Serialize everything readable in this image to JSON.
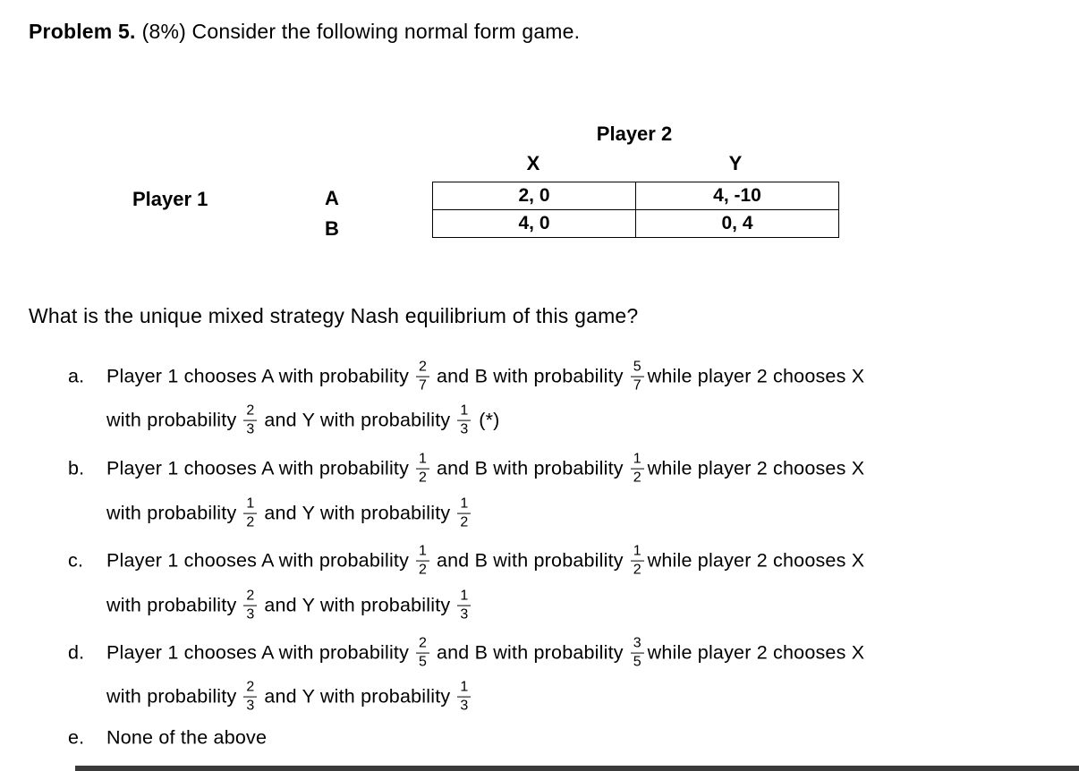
{
  "colors": {
    "background": "#ffffff",
    "text": "#000000",
    "table_border": "#000000",
    "bottom_bar": "#3a3a3a"
  },
  "title": {
    "bold": "Problem 5.",
    "rest": "(8%) Consider the following normal form game."
  },
  "game_table": {
    "player2_label": "Player 2",
    "player1_label": "Player 1",
    "col_headers": [
      "X",
      "Y"
    ],
    "row_headers": [
      "A",
      "B"
    ],
    "cells": [
      [
        "2, 0",
        "4, -10"
      ],
      [
        "4, 0",
        "0, 4"
      ]
    ]
  },
  "question": "What is the unique mixed strategy Nash equilibrium of this game?",
  "options": [
    {
      "label": "a.",
      "seg_a": "Player 1 chooses A with probability",
      "frac1": {
        "num": "2",
        "den": "7"
      },
      "seg_b": "and B with probability",
      "frac2": {
        "num": "5",
        "den": "7"
      },
      "seg_c": "while player 2 chooses X",
      "seg_d": "with probability",
      "frac3": {
        "num": "2",
        "den": "3"
      },
      "seg_e": "and Y with probability",
      "frac4": {
        "num": "1",
        "den": "3"
      },
      "suffix": "(*)"
    },
    {
      "label": "b.",
      "seg_a": "Player 1 chooses A with probability",
      "frac1": {
        "num": "1",
        "den": "2"
      },
      "seg_b": "and B with probability",
      "frac2": {
        "num": "1",
        "den": "2"
      },
      "seg_c": "while player 2 chooses X",
      "seg_d": "with probability",
      "frac3": {
        "num": "1",
        "den": "2"
      },
      "seg_e": "and Y with probability",
      "frac4": {
        "num": "1",
        "den": "2"
      }
    },
    {
      "label": "c.",
      "seg_a": "Player 1 chooses A with probability",
      "frac1": {
        "num": "1",
        "den": "2"
      },
      "seg_b": "and B with probability",
      "frac2": {
        "num": "1",
        "den": "2"
      },
      "seg_c": "while player 2 chooses X",
      "seg_d": "with probability",
      "frac3": {
        "num": "2",
        "den": "3"
      },
      "seg_e": "and Y with probability",
      "frac4": {
        "num": "1",
        "den": "3"
      }
    },
    {
      "label": "d.",
      "seg_a": "Player 1 chooses A with probability",
      "frac1": {
        "num": "2",
        "den": "5"
      },
      "seg_b": "and B with probability",
      "frac2": {
        "num": "3",
        "den": "5"
      },
      "seg_c": "while player 2 chooses X",
      "seg_d": "with probability",
      "frac3": {
        "num": "2",
        "den": "3"
      },
      "seg_e": "and Y with probability",
      "frac4": {
        "num": "1",
        "den": "3"
      }
    },
    {
      "label": "e.",
      "text": "None of the above"
    }
  ]
}
